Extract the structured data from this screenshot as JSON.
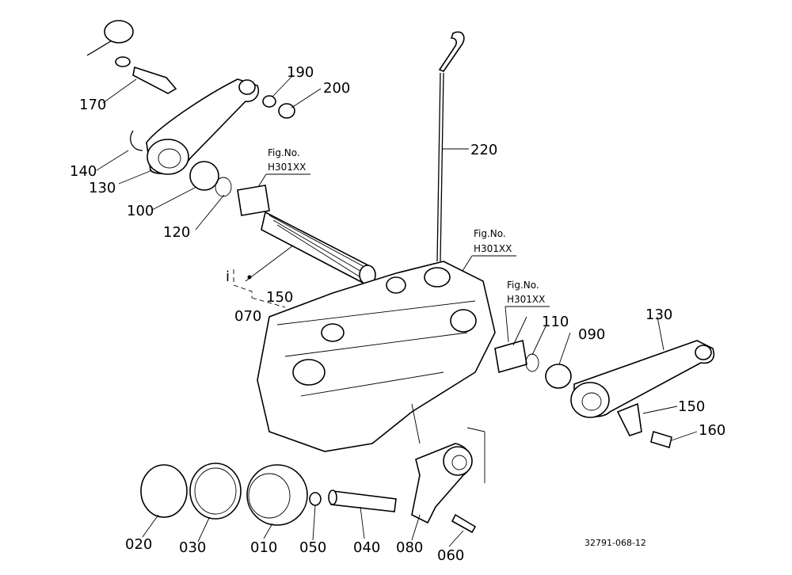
{
  "callouts": [
    {
      "id": "170",
      "label": "170"
    },
    {
      "id": "190",
      "label": "190"
    },
    {
      "id": "200",
      "label": "200"
    },
    {
      "id": "140",
      "label": "140"
    },
    {
      "id": "130a",
      "label": "130"
    },
    {
      "id": "100",
      "label": "100"
    },
    {
      "id": "120",
      "label": "120"
    },
    {
      "id": "220",
      "label": "220"
    },
    {
      "id": "150a",
      "label": "150"
    },
    {
      "id": "070",
      "label": "070"
    },
    {
      "id": "130b",
      "label": "130"
    },
    {
      "id": "110",
      "label": "110"
    },
    {
      "id": "090",
      "label": "090"
    },
    {
      "id": "150b",
      "label": "150"
    },
    {
      "id": "160",
      "label": "160"
    },
    {
      "id": "020",
      "label": "020"
    },
    {
      "id": "030",
      "label": "030"
    },
    {
      "id": "010",
      "label": "010"
    },
    {
      "id": "050",
      "label": "050"
    },
    {
      "id": "040",
      "label": "040"
    },
    {
      "id": "080",
      "label": "080"
    },
    {
      "id": "060",
      "label": "060"
    }
  ],
  "fig_refs": [
    {
      "line1": "Fig.No.",
      "line2": "H301XX"
    },
    {
      "line1": "Fig.No.",
      "line2": "H301XX"
    },
    {
      "line1": "Fig.No.",
      "line2": "H301XX"
    }
  ],
  "marker": "i",
  "drawing_code": "32791-068-12"
}
